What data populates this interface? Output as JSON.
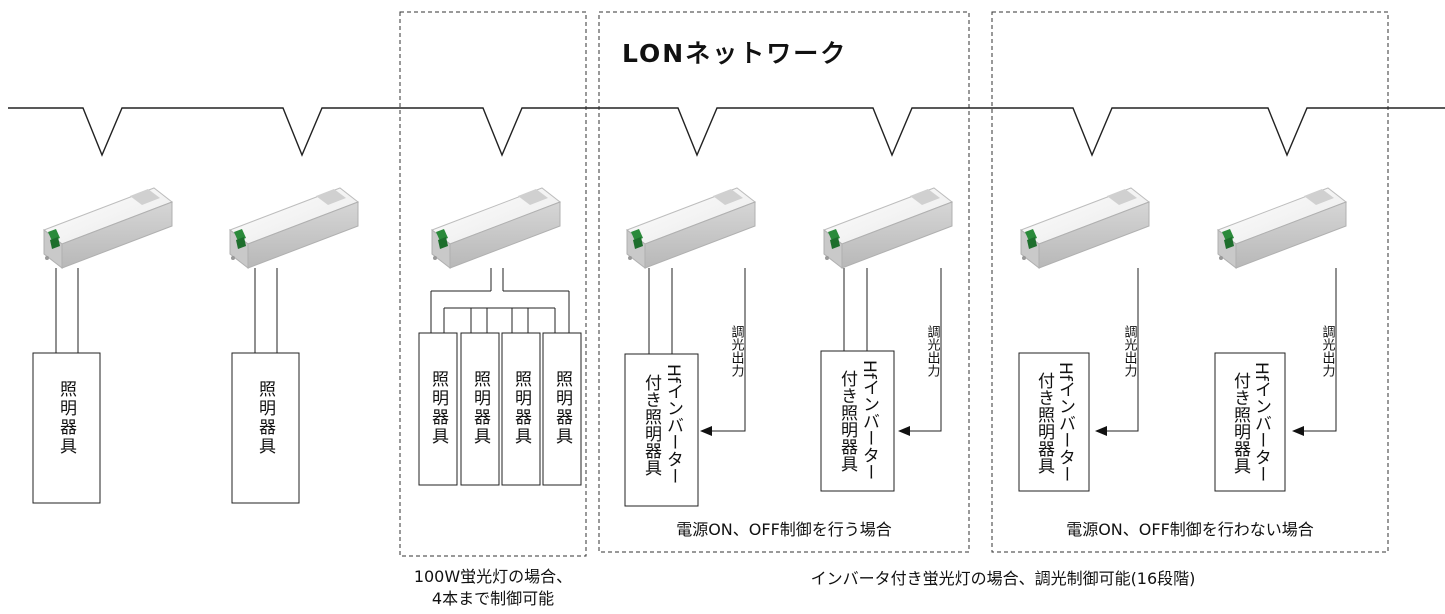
{
  "network": {
    "title": "LONネットワーク"
  },
  "labels": {
    "fixture": "照明器具",
    "hf_fixture_line1": "Hfインバーター",
    "hf_fixture_line2": "付き照明器具",
    "dimming_output": "調光出力"
  },
  "captions": {
    "power_control": "電源ON、OFF制御を行う場合",
    "no_power_control": "電源ON、OFF制御を行わない場合",
    "fluorescent_100w_line1": "100W蛍光灯の場合、",
    "fluorescent_100w_line2": "4本まで制御可能",
    "inverter_note": "インバータ付き蛍光灯の場合、調光制御可能(16段階)"
  }
}
